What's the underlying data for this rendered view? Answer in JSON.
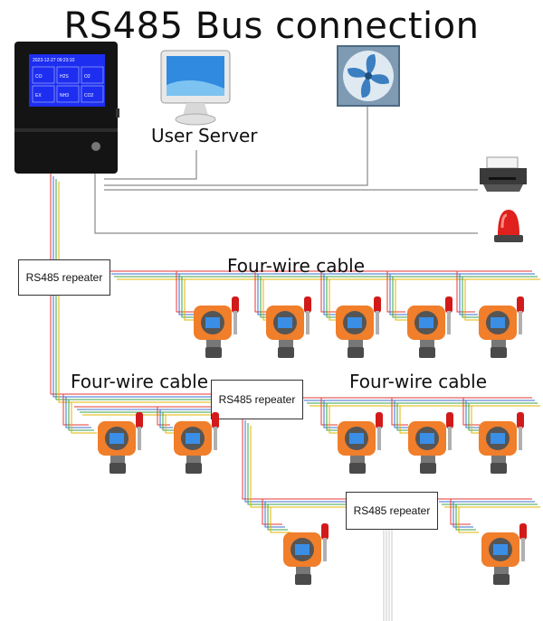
{
  "title": "RS485 Bus connection",
  "user_server_label": "User Server",
  "cable_labels": [
    "Four-wire cable",
    "Four-wire cable",
    "Four-wire cable"
  ],
  "repeater_label": "RS485 repeater",
  "controller_screen": {
    "header": "2023-12-27  09:23:10",
    "cells": [
      "CO",
      "H2S",
      "O2",
      "EX",
      "NH3",
      "CO2"
    ]
  },
  "icons": [
    "controller-icon",
    "computer-monitor-icon",
    "fan-icon",
    "printer-icon",
    "alarm-light-icon",
    "gas-detector-icon"
  ],
  "colors": {
    "detector_orange": "#f07e2a",
    "wire_red": "#e53935",
    "wire_blue": "#3b6fd1",
    "wire_green": "#3aa34a",
    "wire_yellow": "#e0b400",
    "controller_black": "#141414"
  }
}
